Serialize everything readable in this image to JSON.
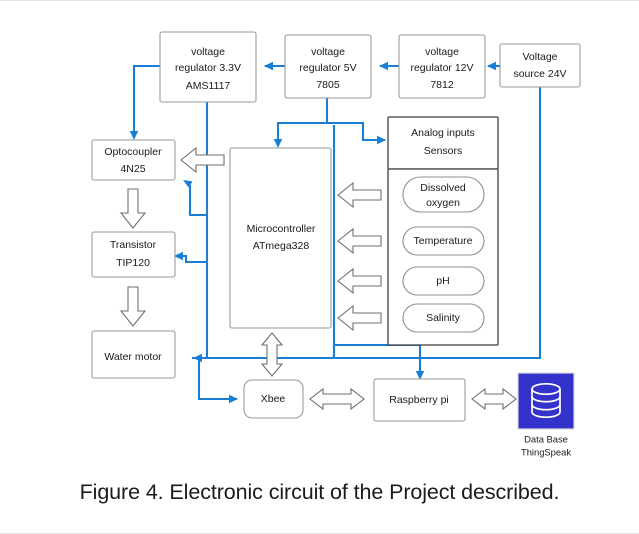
{
  "figure": {
    "caption": "Figure 4. Electronic circuit of the Project described.",
    "accent_wire_color": "#1a7fd4",
    "database_icon_color": "#3333cc",
    "box_border_color": "#9a9a9a"
  },
  "power_chain": {
    "regulator_33v": {
      "line1": "voltage",
      "line2": "regulator 3.3V",
      "line3": "AMS1117"
    },
    "regulator_5v": {
      "line1": "voltage",
      "line2": "regulator 5V",
      "line3": "7805"
    },
    "regulator_12v": {
      "line1": "voltage",
      "line2": "regulator 12V",
      "line3": "7812"
    },
    "voltage_source": {
      "line1": "Voltage",
      "line2": "source 24V"
    }
  },
  "actuator_chain": {
    "optocoupler": {
      "line1": "Optocoupler",
      "line2": "4N25"
    },
    "transistor": {
      "line1": "Transistor",
      "line2": "TIP120"
    },
    "water_motor": {
      "line1": "Water motor"
    }
  },
  "controller": {
    "line1": "Microcontroller",
    "line2": "ATmega328"
  },
  "sensors_panel": {
    "header_line1": "Analog inputs",
    "header_line2": "Sensors",
    "items": [
      {
        "line1": "Dissolved",
        "line2": "oxygen"
      },
      {
        "line1": "Temperature"
      },
      {
        "line1": "pH"
      },
      {
        "line1": "Salinity"
      }
    ]
  },
  "comms_chain": {
    "xbee": {
      "line1": "Xbee"
    },
    "raspberry_pi": {
      "line1": "Raspberry pi"
    },
    "database": {
      "line1": "Data Base",
      "line2": "ThingSpeak"
    }
  }
}
